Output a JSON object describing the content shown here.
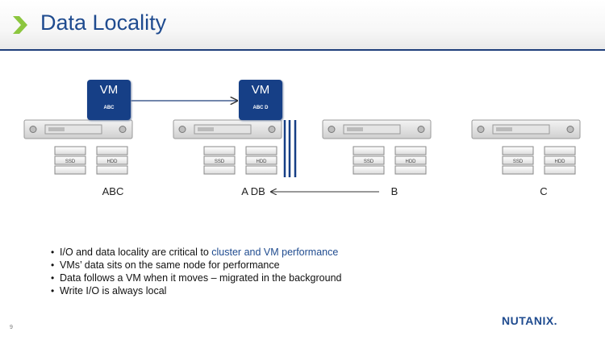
{
  "slide": {
    "title": "Data Locality",
    "page_number": "9"
  },
  "vms": [
    {
      "label": "VM",
      "sub": "ABC"
    },
    {
      "label": "VM",
      "sub": "ABC D"
    }
  ],
  "nodes": [
    {
      "label": "ABC",
      "ssd_label": "SSD",
      "hdd_label": "HDD"
    },
    {
      "label": "A DB",
      "ssd_label": "SSD",
      "hdd_label": "HDD"
    },
    {
      "label": "B",
      "ssd_label": "SSD",
      "hdd_label": "HDD"
    },
    {
      "label": "C",
      "ssd_label": "SSD",
      "hdd_label": "HDD"
    }
  ],
  "bullets": [
    {
      "text": "I/O and data locality are critical to ",
      "highlight": "cluster and VM performance"
    },
    {
      "text": "VMs’ data sits on the same node for performance",
      "highlight": ""
    },
    {
      "text": "Data follows a VM  when  it moves – migrated in the background",
      "highlight": ""
    },
    {
      "text": "Write I/O is always local",
      "highlight": ""
    }
  ],
  "logo": {
    "text": "NUTANIX."
  },
  "colors": {
    "brand_blue": "#1f4b8f",
    "vm_blue": "#163f86",
    "chevron_green": "#8cc63f",
    "rule_blue": "#1f3e7a"
  }
}
